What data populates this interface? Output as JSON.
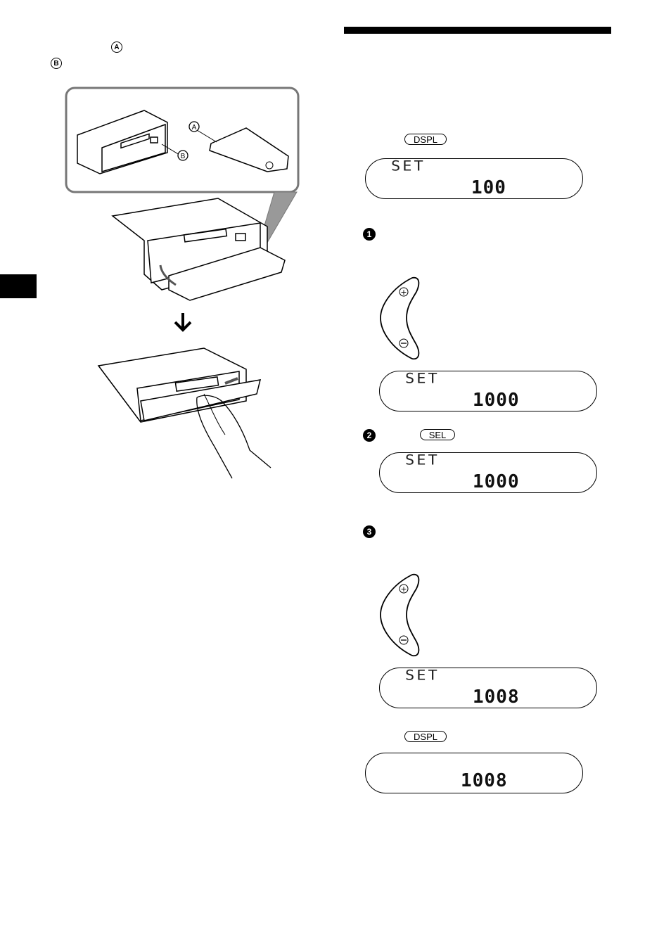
{
  "labels": {
    "marker_a": "A",
    "marker_b": "B"
  },
  "keys": {
    "dspl": "DSPL",
    "sel": "SEL"
  },
  "steps": [
    "1",
    "2",
    "3"
  ],
  "displays": [
    {
      "top_text": "SET",
      "value": "100"
    },
    {
      "top_text": "SET",
      "value": "1000"
    },
    {
      "top_text": "SET",
      "value": "1000"
    },
    {
      "top_text": "SET",
      "value": "1008"
    },
    {
      "top_text": "",
      "value": "1008"
    }
  ],
  "dial_symbols": {
    "plus": "+",
    "minus": "−"
  },
  "arrow_down": "➜"
}
